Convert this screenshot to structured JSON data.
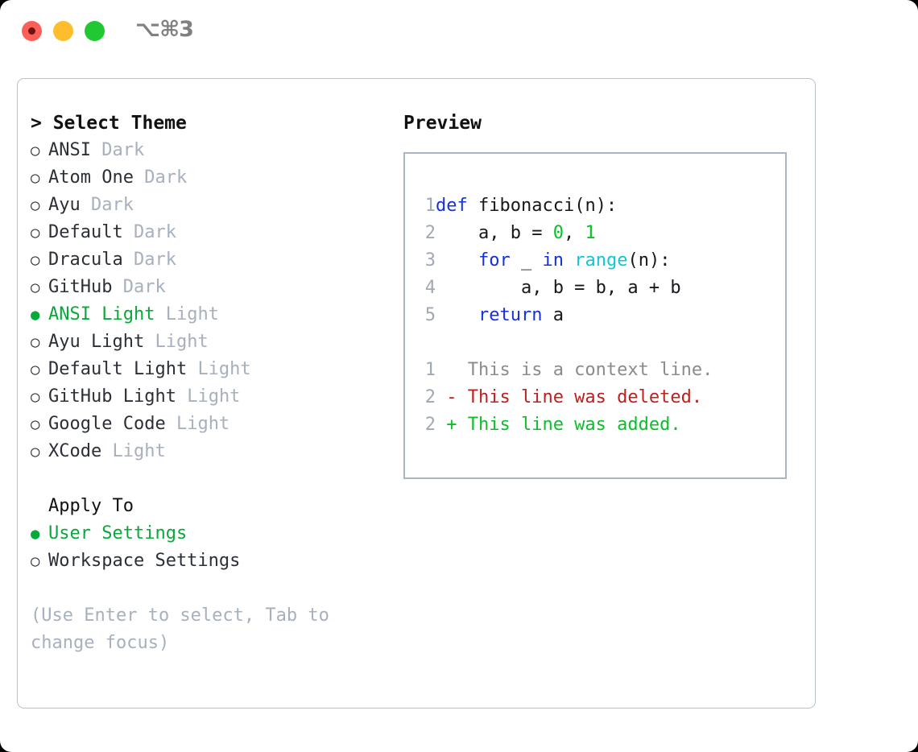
{
  "titlebar": {
    "shortcut": "⌥⌘3",
    "buttons": [
      {
        "name": "close",
        "color": "#fb5f57"
      },
      {
        "name": "minimize",
        "color": "#ffbd2e"
      },
      {
        "name": "zoom",
        "color": "#22c734"
      }
    ]
  },
  "theme_picker": {
    "heading": "> Select Theme",
    "selected_bullet": "●",
    "unselected_bullet": "○",
    "items": [
      {
        "name": "ANSI",
        "kind": "Dark",
        "selected": false
      },
      {
        "name": "Atom One",
        "kind": "Dark",
        "selected": false
      },
      {
        "name": "Ayu",
        "kind": "Dark",
        "selected": false
      },
      {
        "name": "Default",
        "kind": "Dark",
        "selected": false
      },
      {
        "name": "Dracula",
        "kind": "Dark",
        "selected": false
      },
      {
        "name": "GitHub",
        "kind": "Dark",
        "selected": false
      },
      {
        "name": "ANSI Light",
        "kind": "Light",
        "selected": true
      },
      {
        "name": "Ayu Light",
        "kind": "Light",
        "selected": false
      },
      {
        "name": "Default Light",
        "kind": "Light",
        "selected": false
      },
      {
        "name": "GitHub Light",
        "kind": "Light",
        "selected": false
      },
      {
        "name": "Google Code",
        "kind": "Light",
        "selected": false
      },
      {
        "name": "XCode",
        "kind": "Light",
        "selected": false
      }
    ]
  },
  "apply_to": {
    "heading": "Apply To",
    "options": [
      {
        "label": "User Settings",
        "selected": true
      },
      {
        "label": "Workspace Settings",
        "selected": false
      }
    ]
  },
  "hint": "(Use Enter to select, Tab to change focus)",
  "preview": {
    "heading": "Preview",
    "code_lines": [
      {
        "num": "1",
        "segments": [
          {
            "t": "def",
            "c": "kw"
          },
          {
            "t": " fibonacci(n):",
            "c": "plain"
          }
        ]
      },
      {
        "num": "2",
        "segments": [
          {
            "t": "    a, b = ",
            "c": "plain"
          },
          {
            "t": "0",
            "c": "num"
          },
          {
            "t": ", ",
            "c": "plain"
          },
          {
            "t": "1",
            "c": "num"
          }
        ]
      },
      {
        "num": "3",
        "segments": [
          {
            "t": "    ",
            "c": "plain"
          },
          {
            "t": "for",
            "c": "kw"
          },
          {
            "t": " _ ",
            "c": "plain"
          },
          {
            "t": "in",
            "c": "kw"
          },
          {
            "t": " ",
            "c": "plain"
          },
          {
            "t": "range",
            "c": "fn"
          },
          {
            "t": "(n):",
            "c": "plain"
          }
        ]
      },
      {
        "num": "4",
        "segments": [
          {
            "t": "        a, b = b, a + b",
            "c": "plain"
          }
        ]
      },
      {
        "num": "5",
        "segments": [
          {
            "t": "    ",
            "c": "plain"
          },
          {
            "t": "return",
            "c": "kw"
          },
          {
            "t": " a",
            "c": "plain"
          }
        ]
      }
    ],
    "diff_lines": [
      {
        "num": "1",
        "segments": [
          {
            "t": "   This is a context line.",
            "c": "ctx"
          }
        ]
      },
      {
        "num": "2",
        "segments": [
          {
            "t": " - This line was deleted.",
            "c": "del"
          }
        ]
      },
      {
        "num": "2",
        "segments": [
          {
            "t": " + This line was added.",
            "c": "add"
          }
        ]
      }
    ]
  },
  "colors": {
    "accent_green": "#0aa83a",
    "muted": "#a7b0bd",
    "keyword_blue": "#1431dd",
    "function_cyan": "#0ec9d4",
    "number_green": "#0bbf2b",
    "diff_delete_red": "#c0201c",
    "diff_add_green": "#0bbf2b",
    "border": "#b8c2cf"
  }
}
